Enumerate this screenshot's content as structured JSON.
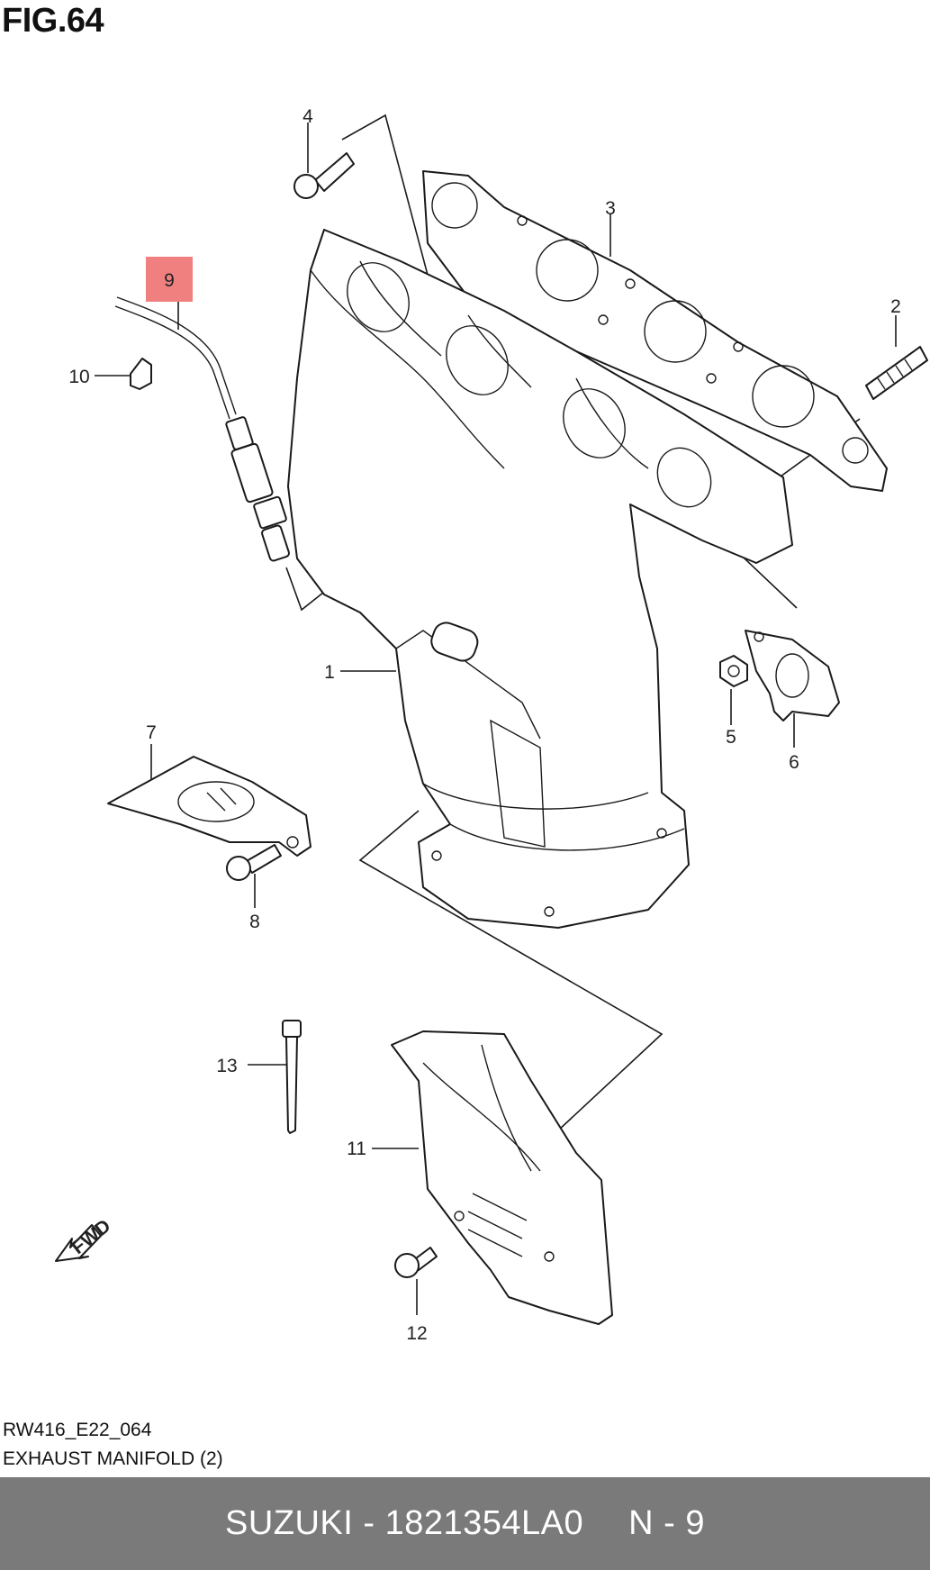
{
  "figure": {
    "title": "FIG.64",
    "drawing_code": "RW416_E22_064",
    "description": "EXHAUST MANIFOLD (2)",
    "fwd_label": "FWD"
  },
  "callouts": [
    {
      "id": "c1",
      "label": "1"
    },
    {
      "id": "c2",
      "label": "2"
    },
    {
      "id": "c3",
      "label": "3"
    },
    {
      "id": "c4",
      "label": "4"
    },
    {
      "id": "c5",
      "label": "5"
    },
    {
      "id": "c6",
      "label": "6"
    },
    {
      "id": "c7",
      "label": "7"
    },
    {
      "id": "c8",
      "label": "8"
    },
    {
      "id": "c9",
      "label": "9",
      "highlighted": true
    },
    {
      "id": "c10",
      "label": "10"
    },
    {
      "id": "c11",
      "label": "11"
    },
    {
      "id": "c12",
      "label": "12"
    },
    {
      "id": "c13",
      "label": "13"
    }
  ],
  "highlight_color": "#f08080",
  "footer": {
    "brand_part": "SUZUKI - 1821354LA0",
    "ref": "N - 9",
    "background": "#7a7a7a"
  }
}
